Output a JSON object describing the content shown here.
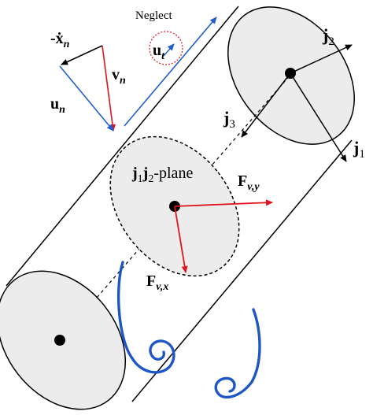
{
  "labels": {
    "neglect": "Neglect",
    "minus_xdot_n": "-ẋ",
    "minus_xdot_n_sub": "n",
    "v_n": "v",
    "v_n_sub": "n",
    "u_n": "u",
    "u_n_sub": "n",
    "u_t": "u",
    "u_t_sub": "t",
    "j1j2_plane": "j",
    "j1j2_plane_sub1": "1",
    "j1j2_plane_mid": "j",
    "j1j2_plane_sub2": "2",
    "j1j2_plane_tail": "-plane",
    "F_vy": "F",
    "F_vy_sub": "v,y",
    "F_vx": "F",
    "F_vx_sub": "v,x",
    "j1": "j",
    "j1_sub": "1",
    "j2": "j",
    "j2_sub": "2",
    "j3": "j",
    "j3_sub": "3"
  },
  "colors": {
    "outline": "#000000",
    "disk_fill": "#ececec",
    "force_arrow": "#e0141e",
    "flow_arrow": "#1f5fd0",
    "vortex": "#1e56c8",
    "neglect_circle": "#e0141e"
  }
}
